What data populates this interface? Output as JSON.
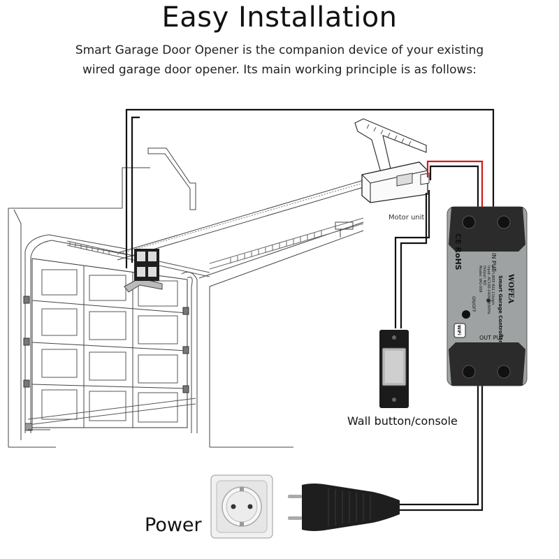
{
  "header": {
    "title": "Easy Installation",
    "subtitle_line1": "Smart Garage Door Opener is the companion device of your existing",
    "subtitle_line2": "wired garage door opener. Its main working principle is as follows:"
  },
  "labels": {
    "motor_unit": "Motor unit",
    "wall_button": "Wall button/console",
    "power": "Power"
  },
  "controller": {
    "brand": "WOFEA",
    "name": "Smart Garage Controller",
    "spec_1": "Wi-Fi:IEEE 802.11b/g/n",
    "spec_2": "Input: AC100-240V 50/60Hz",
    "spec_3": "Output: NO",
    "spec_4": "Model: WG-009",
    "in_put": "IN PUT",
    "out_put": "OUT PUT",
    "on_off": "ON/OFF",
    "ce_rohs": "CE RoHS",
    "wifi": "WiFi"
  },
  "colors": {
    "wire": "#111111",
    "wire_red": "#d11a1a",
    "controller_body": "#9fa2a3",
    "controller_ends": "#2b2b2b",
    "sketch": "#444444"
  }
}
